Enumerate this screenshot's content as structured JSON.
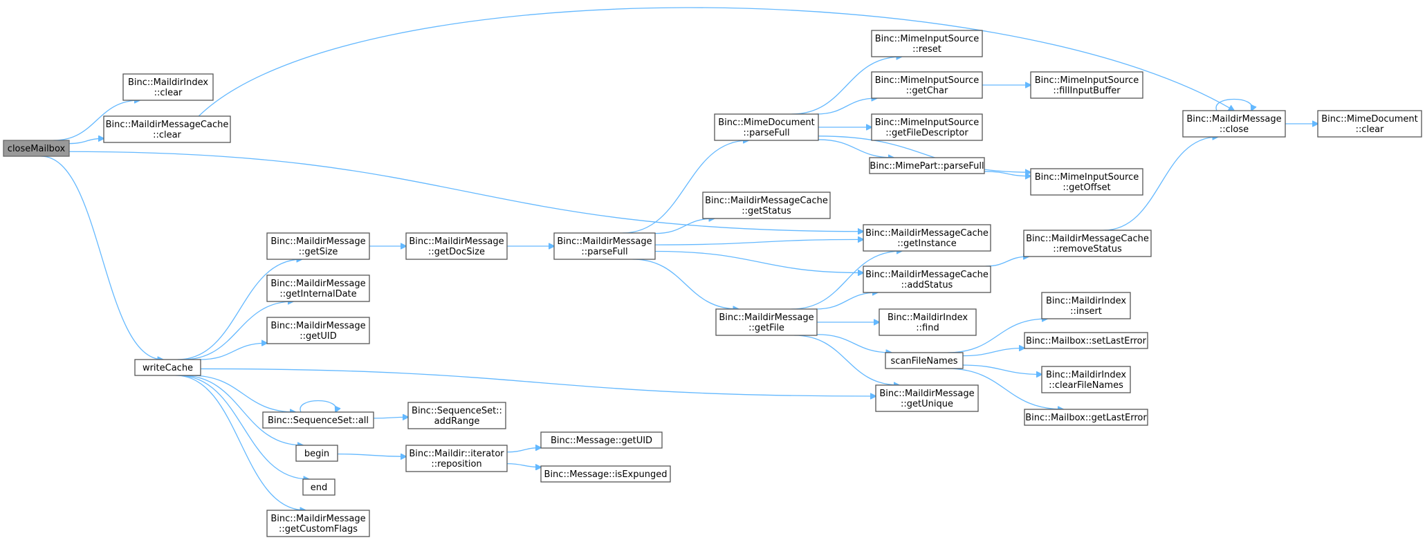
{
  "nodes": [
    {
      "id": "closeMailbox",
      "lines": [
        "closeMailbox"
      ],
      "root": true
    },
    {
      "id": "mi_clear",
      "lines": [
        "Binc::MaildirIndex",
        "::clear"
      ]
    },
    {
      "id": "mmc_clear",
      "lines": [
        "Binc::MaildirMessageCache",
        "::clear"
      ]
    },
    {
      "id": "writeCache",
      "lines": [
        "writeCache"
      ]
    },
    {
      "id": "mm_getSize",
      "lines": [
        "Binc::MaildirMessage",
        "::getSize"
      ]
    },
    {
      "id": "mm_getInternalDate",
      "lines": [
        "Binc::MaildirMessage",
        "::getInternalDate"
      ]
    },
    {
      "id": "mm_getUID",
      "lines": [
        "Binc::MaildirMessage",
        "::getUID"
      ]
    },
    {
      "id": "ss_all",
      "lines": [
        "Binc::SequenceSet::all"
      ]
    },
    {
      "id": "begin",
      "lines": [
        "begin"
      ]
    },
    {
      "id": "end",
      "lines": [
        "end"
      ]
    },
    {
      "id": "mm_getCustomFlags",
      "lines": [
        "Binc::MaildirMessage",
        "::getCustomFlags"
      ]
    },
    {
      "id": "mm_getDocSize",
      "lines": [
        "Binc::MaildirMessage",
        "::getDocSize"
      ]
    },
    {
      "id": "ss_addRange",
      "lines": [
        "Binc::SequenceSet::",
        "addRange"
      ]
    },
    {
      "id": "it_reposition",
      "lines": [
        "Binc::Maildir::iterator",
        "::reposition"
      ]
    },
    {
      "id": "mm_parseFull",
      "lines": [
        "Binc::MaildirMessage",
        "::parseFull"
      ]
    },
    {
      "id": "msg_getUID",
      "lines": [
        "Binc::Message::getUID"
      ]
    },
    {
      "id": "msg_isExpunged",
      "lines": [
        "Binc::Message::isExpunged"
      ]
    },
    {
      "id": "md_parseFull",
      "lines": [
        "Binc::MimeDocument",
        "::parseFull"
      ]
    },
    {
      "id": "mmc_getStatus",
      "lines": [
        "Binc::MaildirMessageCache",
        "::getStatus"
      ]
    },
    {
      "id": "mm_getFile",
      "lines": [
        "Binc::MaildirMessage",
        "::getFile"
      ]
    },
    {
      "id": "mis_reset",
      "lines": [
        "Binc::MimeInputSource",
        "::reset"
      ]
    },
    {
      "id": "mis_getChar",
      "lines": [
        "Binc::MimeInputSource",
        "::getChar"
      ]
    },
    {
      "id": "mis_getFileDescriptor",
      "lines": [
        "Binc::MimeInputSource",
        "::getFileDescriptor"
      ]
    },
    {
      "id": "mp_parseFull",
      "lines": [
        "Binc::MimePart::parseFull"
      ]
    },
    {
      "id": "mmc_getInstance",
      "lines": [
        "Binc::MaildirMessageCache",
        "::getInstance"
      ]
    },
    {
      "id": "mmc_addStatus",
      "lines": [
        "Binc::MaildirMessageCache",
        "::addStatus"
      ]
    },
    {
      "id": "mi_find",
      "lines": [
        "Binc::MaildirIndex",
        "::find"
      ]
    },
    {
      "id": "scanFileNames",
      "lines": [
        "scanFileNames"
      ]
    },
    {
      "id": "mm_getUnique",
      "lines": [
        "Binc::MaildirMessage",
        "::getUnique"
      ]
    },
    {
      "id": "mis_fillInputBuffer",
      "lines": [
        "Binc::MimeInputSource",
        "::fillInputBuffer"
      ]
    },
    {
      "id": "mis_getOffset",
      "lines": [
        "Binc::MimeInputSource",
        "::getOffset"
      ]
    },
    {
      "id": "mmc_removeStatus",
      "lines": [
        "Binc::MaildirMessageCache",
        "::removeStatus"
      ]
    },
    {
      "id": "mi_insert",
      "lines": [
        "Binc::MaildirIndex",
        "::insert"
      ]
    },
    {
      "id": "mb_setLastError",
      "lines": [
        "Binc::Mailbox::setLastError"
      ]
    },
    {
      "id": "mi_clearFileNames",
      "lines": [
        "Binc::MaildirIndex",
        "::clearFileNames"
      ]
    },
    {
      "id": "mb_getLastError",
      "lines": [
        "Binc::Mailbox::getLastError"
      ]
    },
    {
      "id": "mm_close",
      "lines": [
        "Binc::MaildirMessage",
        "::close"
      ]
    },
    {
      "id": "md_clear",
      "lines": [
        "Binc::MimeDocument",
        "::clear"
      ]
    }
  ],
  "edges": [
    [
      "closeMailbox",
      "mi_clear"
    ],
    [
      "closeMailbox",
      "mmc_clear"
    ],
    [
      "closeMailbox",
      "writeCache"
    ],
    [
      "closeMailbox",
      "mmc_getInstance"
    ],
    [
      "mmc_clear",
      "mm_close"
    ],
    [
      "writeCache",
      "mm_getSize"
    ],
    [
      "writeCache",
      "mm_getInternalDate"
    ],
    [
      "writeCache",
      "mm_getUID"
    ],
    [
      "writeCache",
      "ss_all"
    ],
    [
      "writeCache",
      "begin"
    ],
    [
      "writeCache",
      "end"
    ],
    [
      "writeCache",
      "mm_getCustomFlags"
    ],
    [
      "writeCache",
      "mm_getUnique"
    ],
    [
      "mm_getSize",
      "mm_getDocSize"
    ],
    [
      "mm_getDocSize",
      "mm_parseFull"
    ],
    [
      "ss_all",
      "ss_all"
    ],
    [
      "ss_all",
      "ss_addRange"
    ],
    [
      "begin",
      "it_reposition"
    ],
    [
      "it_reposition",
      "msg_getUID"
    ],
    [
      "it_reposition",
      "msg_isExpunged"
    ],
    [
      "mm_parseFull",
      "md_parseFull"
    ],
    [
      "mm_parseFull",
      "mmc_getStatus"
    ],
    [
      "mm_parseFull",
      "mmc_getInstance"
    ],
    [
      "mm_parseFull",
      "mmc_addStatus"
    ],
    [
      "mm_parseFull",
      "mm_getFile"
    ],
    [
      "md_parseFull",
      "mis_reset"
    ],
    [
      "md_parseFull",
      "mis_getChar"
    ],
    [
      "md_parseFull",
      "mis_getFileDescriptor"
    ],
    [
      "md_parseFull",
      "mp_parseFull"
    ],
    [
      "md_parseFull",
      "mis_getOffset"
    ],
    [
      "mis_getChar",
      "mis_fillInputBuffer"
    ],
    [
      "mp_parseFull",
      "mis_getOffset"
    ],
    [
      "mm_getFile",
      "mmc_getInstance"
    ],
    [
      "mm_getFile",
      "mmc_addStatus"
    ],
    [
      "mm_getFile",
      "mi_find"
    ],
    [
      "mm_getFile",
      "scanFileNames"
    ],
    [
      "mm_getFile",
      "mm_getUnique"
    ],
    [
      "mmc_addStatus",
      "mmc_removeStatus"
    ],
    [
      "mmc_removeStatus",
      "mm_close"
    ],
    [
      "scanFileNames",
      "mi_insert"
    ],
    [
      "scanFileNames",
      "mb_setLastError"
    ],
    [
      "scanFileNames",
      "mi_clearFileNames"
    ],
    [
      "scanFileNames",
      "mb_getLastError"
    ],
    [
      "mm_close",
      "mm_close"
    ],
    [
      "mm_close",
      "md_clear"
    ]
  ]
}
